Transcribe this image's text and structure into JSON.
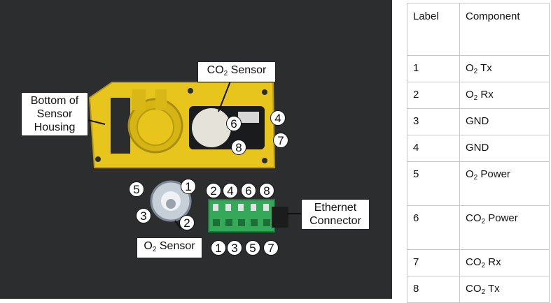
{
  "photo": {
    "callouts": {
      "co2_sensor": {
        "main": "CO",
        "sub": "2",
        "rest": " Sensor"
      },
      "bottom_housing": [
        "Bottom of",
        "Sensor",
        "Housing"
      ],
      "ethernet": [
        "Ethernet",
        "Connector"
      ],
      "o2_sensor": {
        "main": "O",
        "sub": "2",
        "rest": " Sensor"
      }
    },
    "markers": {
      "co2": [
        "6",
        "8",
        "4",
        "7"
      ],
      "o2": [
        "5",
        "1",
        "3",
        "2"
      ],
      "connector_top": [
        "2",
        "4",
        "6",
        "8"
      ],
      "connector_bottom": [
        "1",
        "3",
        "5",
        "7"
      ]
    }
  },
  "table": {
    "headers": [
      "Label",
      "Component"
    ],
    "rows": [
      {
        "label": "1",
        "main": "O",
        "sub": "2",
        "rest": " Tx"
      },
      {
        "label": "2",
        "main": "O",
        "sub": "2",
        "rest": " Rx"
      },
      {
        "label": "3",
        "main": "GND",
        "sub": "",
        "rest": ""
      },
      {
        "label": "4",
        "main": "GND",
        "sub": "",
        "rest": ""
      },
      {
        "label": "5",
        "main": "O",
        "sub": "2",
        "rest": " Power"
      },
      {
        "label": "6",
        "main": "CO",
        "sub": "2",
        "rest": " Power"
      },
      {
        "label": "7",
        "main": "CO",
        "sub": "2",
        "rest": " Rx"
      },
      {
        "label": "8",
        "main": "CO",
        "sub": "2",
        "rest": " Tx"
      }
    ]
  }
}
